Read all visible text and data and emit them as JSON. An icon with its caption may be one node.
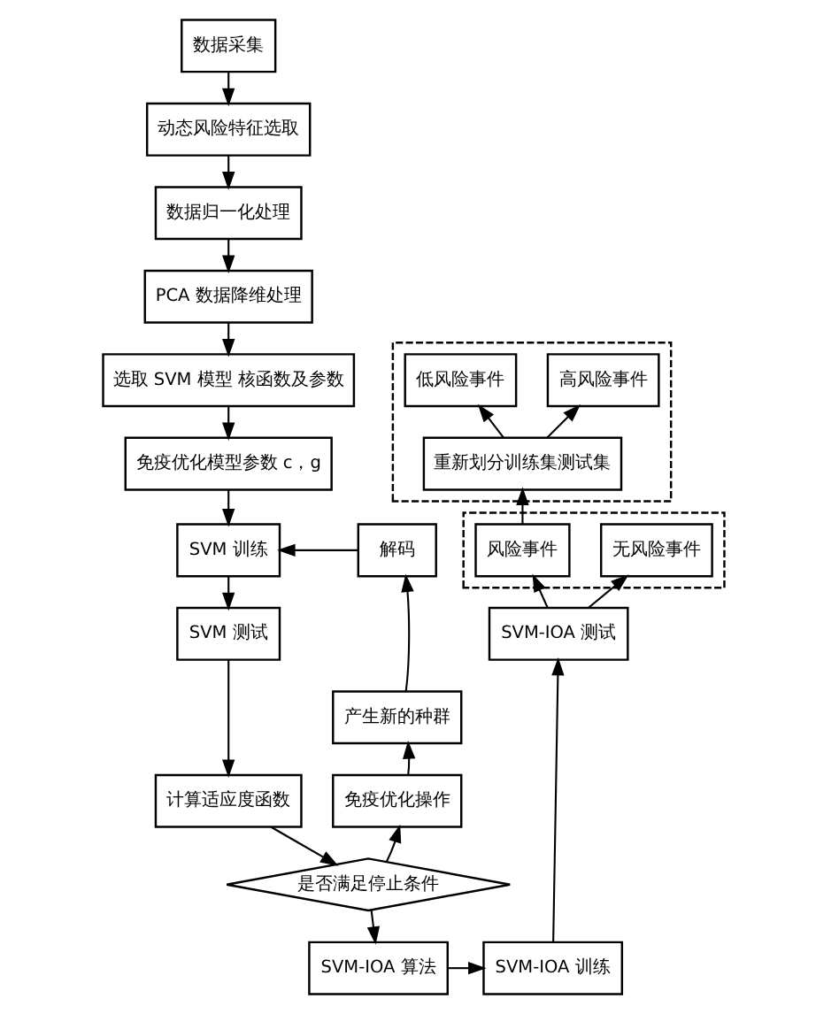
{
  "diagram": {
    "nodes": [
      {
        "text": [
          "数据采集"
        ]
      },
      {
        "text": [
          "动态风险特征选取"
        ]
      },
      {
        "text": [
          "数据归一化处理"
        ]
      },
      {
        "text": [
          "PCA 数据降维处理"
        ]
      },
      {
        "text": [
          "选取 SVM 模型 核函数及参数"
        ]
      },
      {
        "text": [
          "免疫优化模型参数 c，g"
        ]
      },
      {
        "text": [],
        "shape": "box"
      },
      {
        "text": [
          "高风险事件"
        ],
        "in": 6
      },
      {
        "text": [
          "低风险事件"
        ],
        "in": 6
      },
      {
        "text": [
          "重新划分训练集测试集"
        ],
        "in": 6
      },
      {
        "text": [
          "解码"
        ]
      },
      {
        "text": [
          "SVM 训练"
        ]
      },
      {
        "text": [
          "SVM 测试"
        ]
      },
      {
        "text": [
          "产生新的种群"
        ]
      },
      {
        "text": [],
        "shape": "box"
      },
      {
        "text": [
          "无风险事件"
        ],
        "in": 14
      },
      {
        "text": [
          "风险事件"
        ],
        "in": 14
      },
      {
        "text": [
          "免疫优化操作"
        ]
      },
      {
        "text": [
          "计算适应度函数"
        ]
      },
      {
        "text": [
          "SVM-IOA 测试"
        ]
      },
      {
        "text": [
          "是否满足停止条件"
        ]
      },
      {
        "text": [
          "SVM-IOA 算法"
        ]
      },
      {
        "text": [
          "SVM-IOA 训练"
        ]
      }
    ],
    "edges": [
      {
        "from": 0,
        "to": 1,
        "arrow": "to"
      },
      {
        "from": 1,
        "to": 2,
        "arrow": "to"
      },
      {
        "from": 2,
        "to": 3,
        "arrow": "to"
      },
      {
        "from": 3,
        "to": 4,
        "arrow": "to"
      },
      {
        "from": 4,
        "to": 5,
        "arrow": "to"
      },
      {
        "from": 5,
        "to": 11,
        "arrow": "to"
      },
      {
        "from": 11,
        "to": 12,
        "arrow": "to"
      },
      {
        "from": 12,
        "to": 18,
        "arrow": "to"
      },
      {
        "from": 18,
        "to": 20,
        "arrow": "to"
      },
      {
        "from": 20,
        "to": 21,
        "arrow": "to"
      },
      {
        "from": 20,
        "to": 17,
        "arrow": "to"
      },
      {
        "from": 17,
        "to": 13,
        "arrow": "to"
      },
      {
        "from": 13,
        "to": 10,
        "arrow": "to"
      },
      {
        "from": 10,
        "to": 11,
        "arrow": "to"
      },
      {
        "from": 21,
        "to": 22,
        "arrow": "to"
      },
      {
        "from": 22,
        "to": 19,
        "arrow": "to"
      },
      {
        "from": 19,
        "to": 15,
        "arrow": "to"
      },
      {
        "from": 19,
        "to": 16,
        "arrow": "to"
      },
      {
        "from": 16,
        "to": 9,
        "arrow": "to"
      },
      {
        "from": 9,
        "to": 7,
        "arrow": "to"
      },
      {
        "from": 9,
        "to": 8,
        "arrow": "to"
      }
    ]
  }
}
